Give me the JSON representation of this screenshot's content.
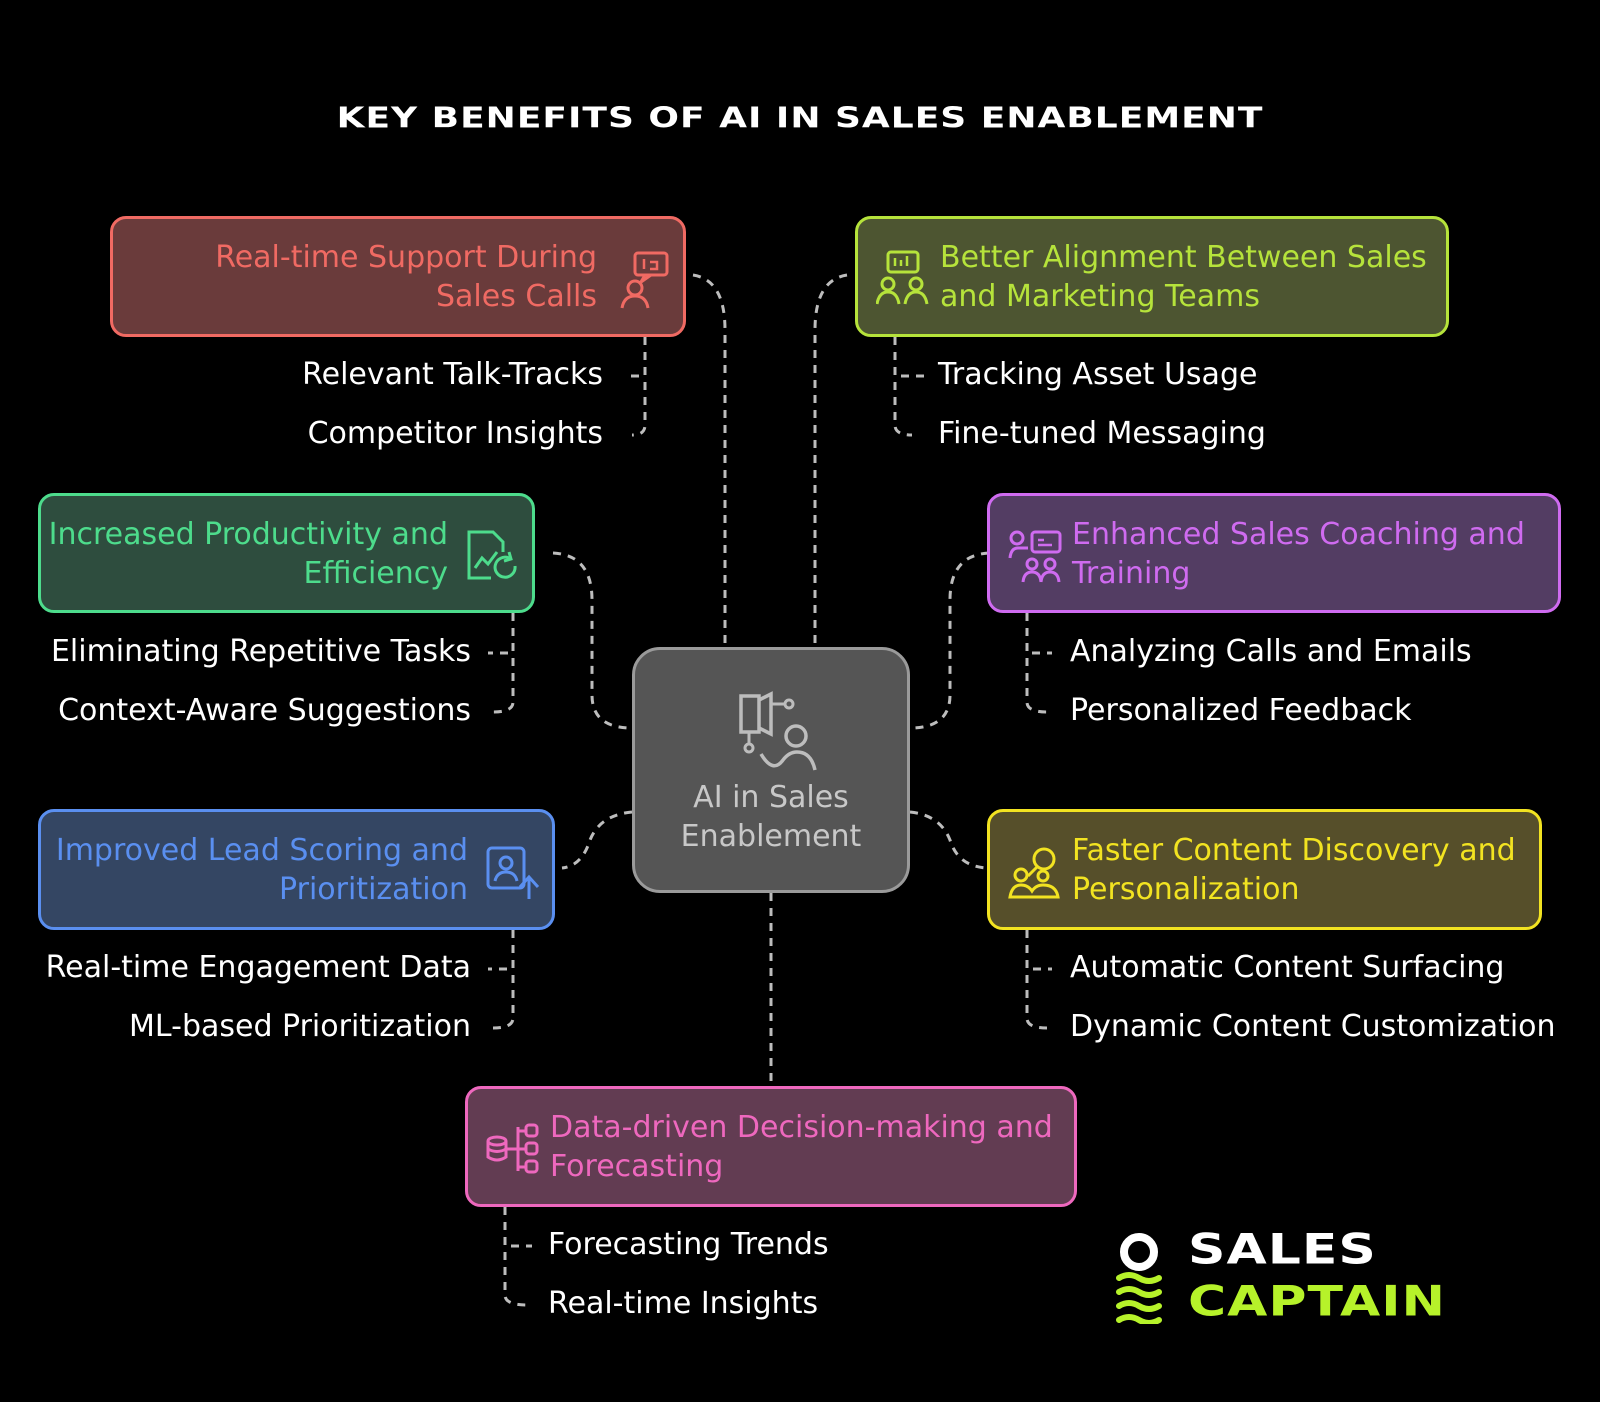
{
  "title": "KEY BENEFITS OF AI IN SALES ENABLEMENT",
  "center": {
    "label": "AI in Sales Enablement",
    "icon": "ai-person-icon"
  },
  "benefits": [
    {
      "title": "Real-time Support During Sales Calls",
      "icon": "sales-call-support-icon",
      "color": "#f06a63",
      "fill": "#6a3b3b",
      "items": [
        "Relevant Talk-Tracks",
        "Competitor Insights"
      ]
    },
    {
      "title": "Better Alignment Between Sales and Marketing Teams",
      "icon": "team-alignment-icon",
      "color": "#b6e33b",
      "fill": "#4d5531",
      "items": [
        "Tracking Asset Usage",
        "Fine-tuned Messaging"
      ]
    },
    {
      "title": "Increased Productivity and Efficiency",
      "icon": "productivity-chart-icon",
      "color": "#4ddc8c",
      "fill": "#2e4d3e",
      "items": [
        "Eliminating Repetitive Tasks",
        "Context-Aware Suggestions"
      ]
    },
    {
      "title": "Enhanced Sales Coaching and Training",
      "icon": "coaching-icon",
      "color": "#cf6bf0",
      "fill": "#533d63",
      "items": [
        "Analyzing Calls and Emails",
        "Personalized Feedback"
      ]
    },
    {
      "title": "Improved Lead Scoring and Prioritization",
      "icon": "lead-scoring-icon",
      "color": "#5a8ff0",
      "fill": "#344663",
      "items": [
        "Real-time Engagement Data",
        "ML-based Prioritization"
      ]
    },
    {
      "title": "Faster Content Discovery and Personalization",
      "icon": "content-search-icon",
      "color": "#f2e321",
      "fill": "#564f2a",
      "items": [
        "Automatic Content Surfacing",
        "Dynamic Content Customization"
      ]
    },
    {
      "title": "Data-driven Decision-making and Forecasting",
      "icon": "data-decision-icon",
      "color": "#ee68be",
      "fill": "#623c52",
      "items": [
        "Forecasting Trends",
        "Real-time Insights"
      ]
    }
  ],
  "logo": {
    "line1": "SALES",
    "line2": "CAPTAIN",
    "icon": "sales-captain-logo-icon",
    "accent": "#b6f22a"
  }
}
